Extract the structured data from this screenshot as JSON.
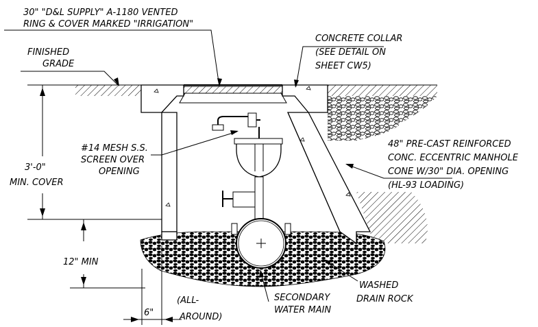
{
  "labels": {
    "ring_cover_line1": "30\" \"D&L SUPPLY\" A-1180 VENTED",
    "ring_cover_line2": "RING & COVER MARKED \"IRRIGATION\"",
    "finished_grade_line1": "FINISHED",
    "finished_grade_line2": "GRADE",
    "collar_line1": "CONCRETE COLLAR",
    "collar_line2": "(SEE DETAIL ON",
    "collar_line3": "SHEET CW5)",
    "mesh_line1": "#14 MESH S.S.",
    "mesh_line2": "SCREEN OVER",
    "mesh_line3": "OPENING",
    "cover_dim_line1": "3'-0\"",
    "cover_dim_line2": "MIN. COVER",
    "cone_line1": "48\" PRE-CAST REINFORCED",
    "cone_line2": "CONC. ECCENTRIC MANHOLE",
    "cone_line3": "CONE W/30\" DIA. OPENING",
    "cone_line4": "(HL-93 LOADING)",
    "min12": "12\" MIN",
    "six_inch": "6\"",
    "all_around_line1": "(ALL-",
    "all_around_line2": "AROUND)",
    "main_line1": "SECONDARY",
    "main_line2": "WATER MAIN",
    "rock_line1": "WASHED",
    "rock_line2": "DRAIN ROCK"
  }
}
